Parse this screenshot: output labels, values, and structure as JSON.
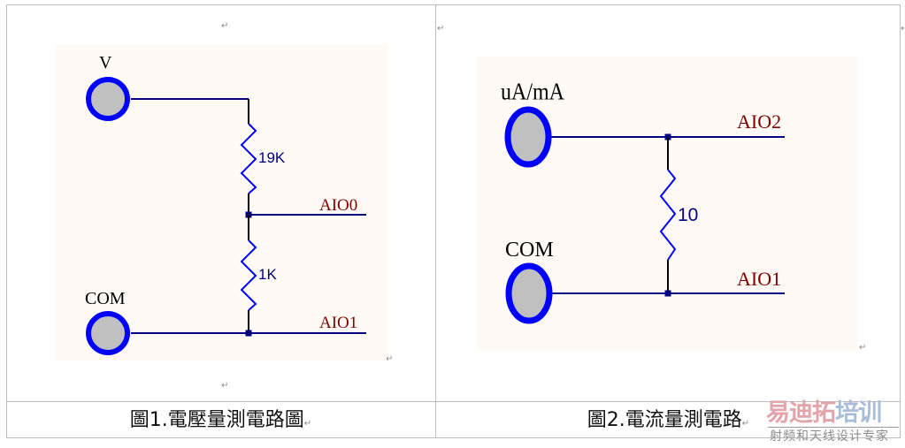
{
  "document": {
    "paragraph_mark": "↵",
    "figures": [
      {
        "id": "fig1",
        "caption": "圖1.電壓量測電路圖",
        "terminals": [
          {
            "name": "V",
            "label": "V"
          },
          {
            "name": "COM",
            "label": "COM"
          }
        ],
        "resistors": [
          {
            "value": "19K"
          },
          {
            "value": "1K"
          }
        ],
        "outputs": [
          "AIO0",
          "AIO1"
        ]
      },
      {
        "id": "fig2",
        "caption": "圖2.電流量測電路",
        "terminals": [
          {
            "name": "uA/mA",
            "label": "uA/mA"
          },
          {
            "name": "COM",
            "label": "COM"
          }
        ],
        "resistors": [
          {
            "value": "10"
          }
        ],
        "outputs": [
          "AIO2",
          "AIO1"
        ]
      }
    ]
  },
  "watermark": {
    "title_part1": "易迪拓",
    "title_part2": "培训",
    "subtitle": "射频和天线设计专家"
  },
  "colors": {
    "wire": "#000080",
    "terminal_ring": "#0000ff",
    "terminal_fill": "#c0c0c0",
    "resistor": "#0000ff",
    "lead": "#000000",
    "net_label": "#800000",
    "panel_bg": "#fffaf5",
    "border": "#bdbdbd",
    "watermark_red": "#e3a3aa",
    "watermark_blue": "#a9bdd9"
  }
}
